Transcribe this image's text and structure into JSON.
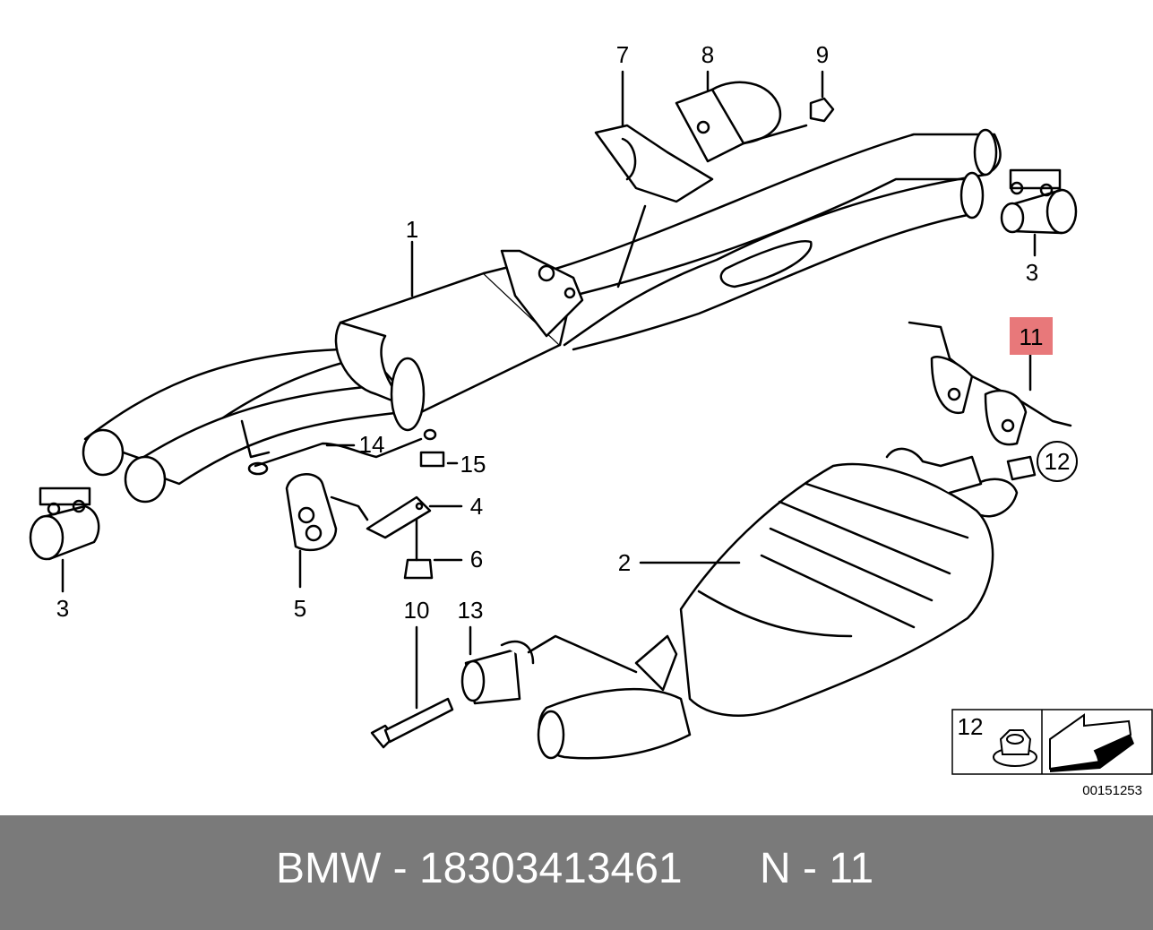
{
  "diagram": {
    "part_labels": {
      "p1": "1",
      "p2": "2",
      "p3a": "3",
      "p3b": "3",
      "p4": "4",
      "p5": "5",
      "p6": "6",
      "p7": "7",
      "p8": "8",
      "p9": "9",
      "p10": "10",
      "p11": "11",
      "p12": "12",
      "p13": "13",
      "p14": "14",
      "p15": "15"
    },
    "highlighted_part": "11",
    "highlight_color": "#e8787a",
    "legend_box": {
      "label": "12"
    },
    "drawing_number": "00151253"
  },
  "footer": {
    "brand_part": "BMW - 18303413461",
    "position": "N - 11",
    "background_color": "#7a7a7a",
    "text_color": "#ffffff"
  }
}
